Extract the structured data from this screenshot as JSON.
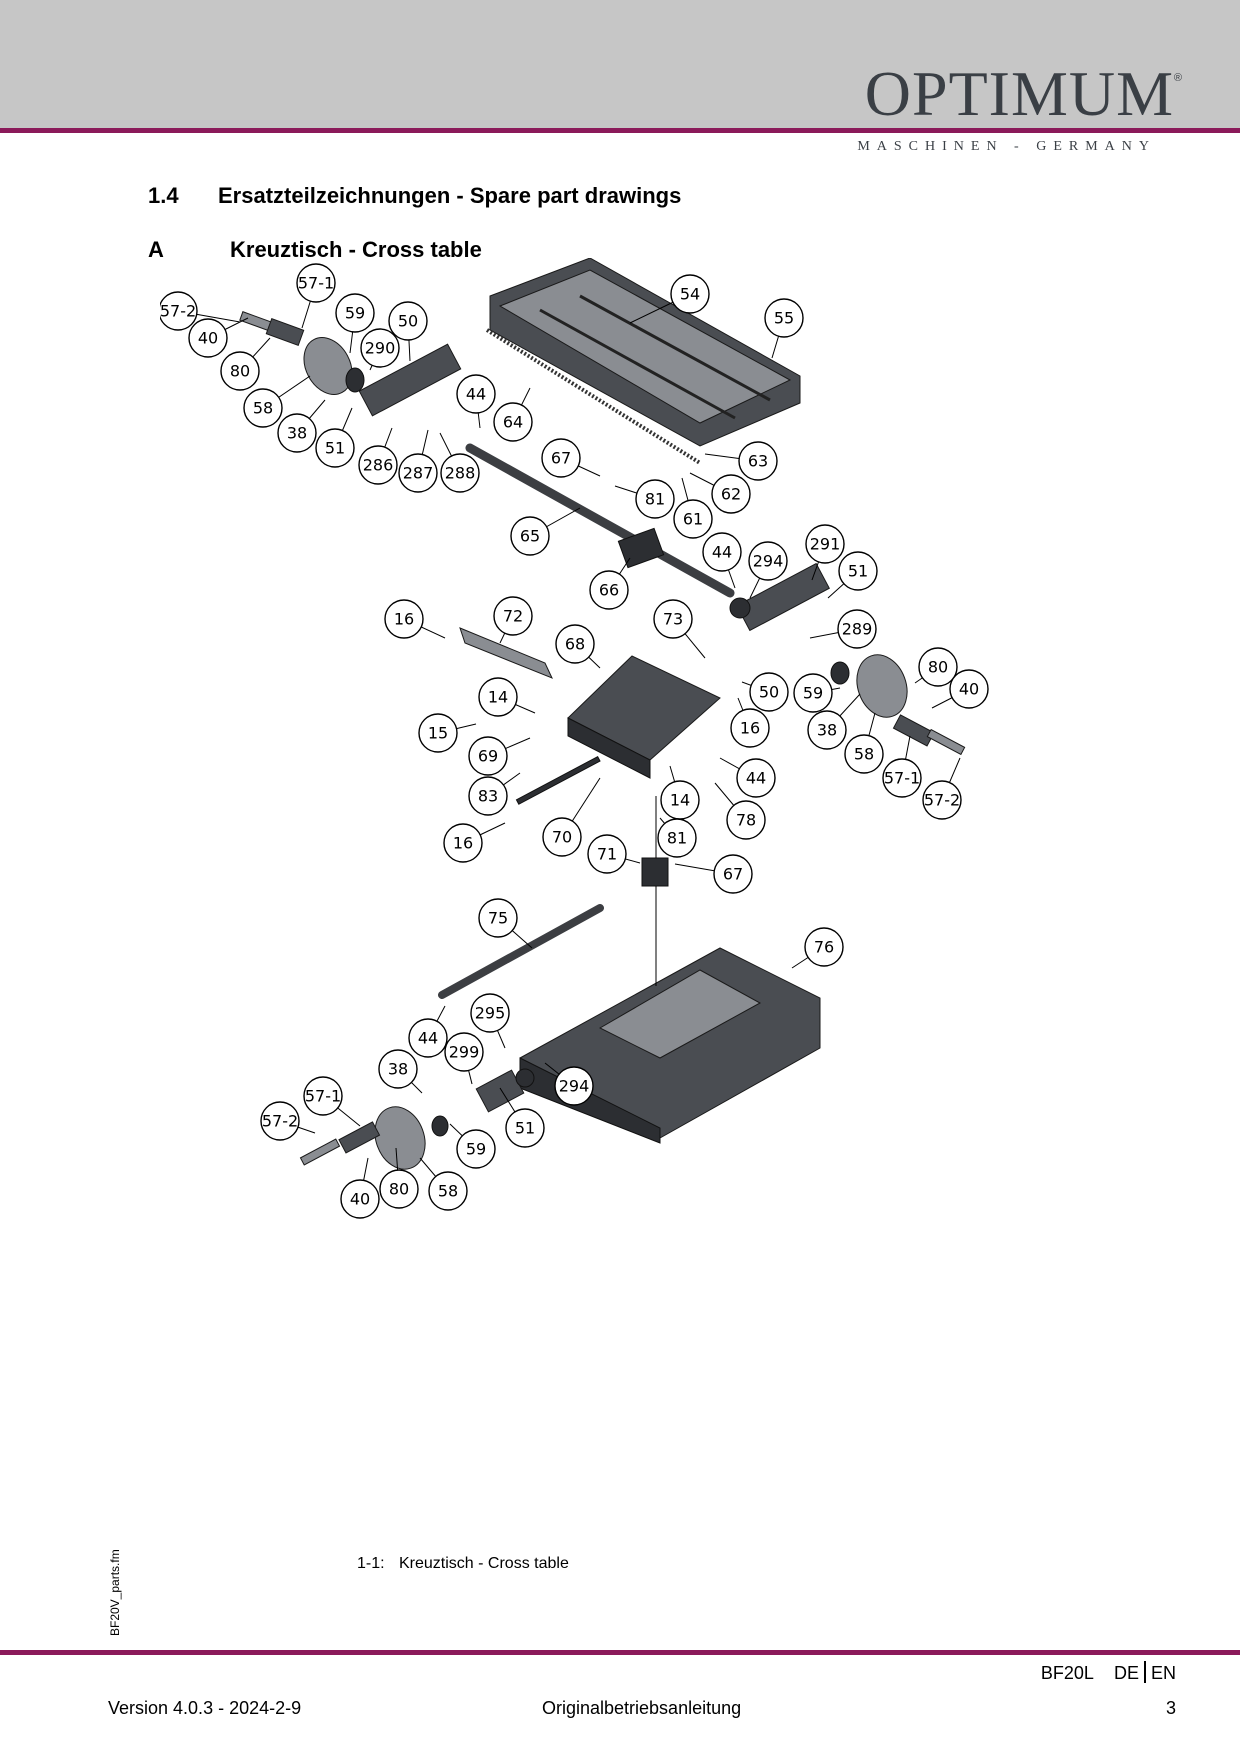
{
  "header": {
    "logo_text": "OPTIMUM",
    "logo_registered": "®",
    "logo_tagline": "MASCHINEN - GERMANY"
  },
  "section": {
    "number": "1.4",
    "title": "Ersatzteilzeichnungen - Spare part drawings"
  },
  "subsection": {
    "letter": "A",
    "title": "Kreuztisch - Cross table"
  },
  "callout_labels": [
    "57-1",
    "57-2",
    "59",
    "50",
    "54",
    "55",
    "40",
    "290",
    "80",
    "44",
    "58",
    "38",
    "64",
    "51",
    "286",
    "287",
    "288",
    "67",
    "63",
    "62",
    "81",
    "61",
    "65",
    "66",
    "44",
    "294",
    "291",
    "51",
    "16",
    "72",
    "73",
    "68",
    "289",
    "80",
    "40",
    "14",
    "50",
    "59",
    "15",
    "16",
    "38",
    "69",
    "44",
    "58",
    "57-1",
    "83",
    "14",
    "57-2",
    "78",
    "16",
    "70",
    "81",
    "71",
    "67",
    "75",
    "76",
    "295",
    "44",
    "299",
    "38",
    "294",
    "57-1",
    "51",
    "57-2",
    "59",
    "40",
    "80",
    "58"
  ],
  "side_label": "BF20V_parts.fm",
  "caption": {
    "number": "1-1:",
    "text": "Kreuztisch - Cross table"
  },
  "footer": {
    "model": "BF20L",
    "lang_de": "DE",
    "lang_en": "EN",
    "version": "Version 4.0.3 - 2024-2-9",
    "doc_type": "Originalbetriebsanleitung",
    "page": "3"
  }
}
